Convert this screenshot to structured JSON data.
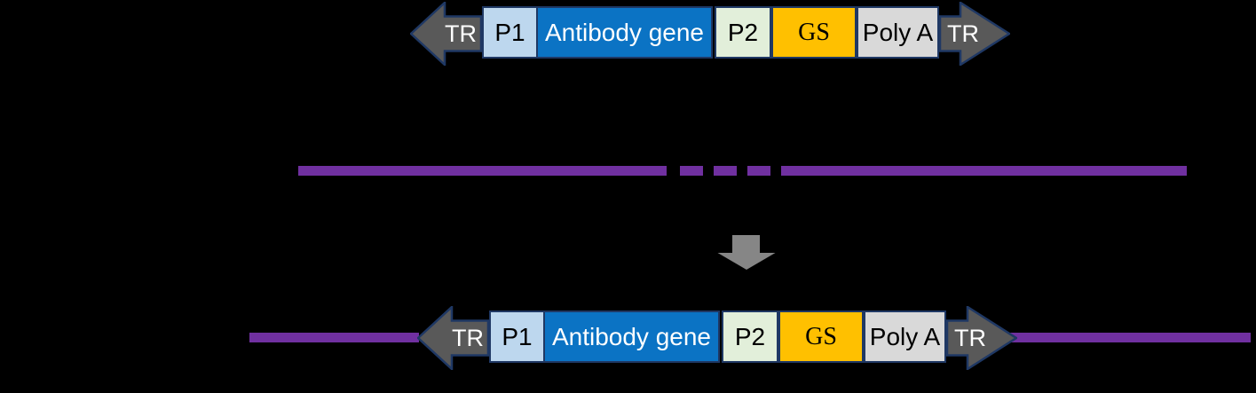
{
  "figure": {
    "description": "Transposon-mediated antibody gene integration diagram",
    "background_color": "#000000",
    "colors": {
      "tr_arrow_fill": "#595959",
      "tr_arrow_border": "#1f3864",
      "p1_fill": "#bdd7ee",
      "antibody_gene_fill": "#0b73c4",
      "p2_fill": "#e2efda",
      "gs_fill": "#ffc000",
      "polya_fill": "#d9d9d9",
      "box_border": "#1f3864",
      "genome_line": "#7030a0",
      "process_arrow": "#868686",
      "label_light": "#ffffff",
      "label_dark": "#000000"
    },
    "top_construct": {
      "tr_left_label": "TR",
      "p1_label": "P1",
      "antibody_gene_label": "Antibody gene",
      "p2_label": "P2",
      "gs_label": "GS",
      "polya_label": "Poly A",
      "tr_right_label": "TR"
    },
    "genome_line": {
      "style": "solid-with-central-dashes",
      "dash_count": 3
    },
    "process_arrow": {
      "icon": "down-arrow",
      "direction": "down"
    },
    "bottom_construct": {
      "tr_left_label": "TR",
      "p1_label": "P1",
      "antibody_gene_label": "Antibody gene",
      "p2_label": "P2",
      "gs_label": "GS",
      "polya_label": "Poly A",
      "tr_right_label": "TR"
    }
  }
}
